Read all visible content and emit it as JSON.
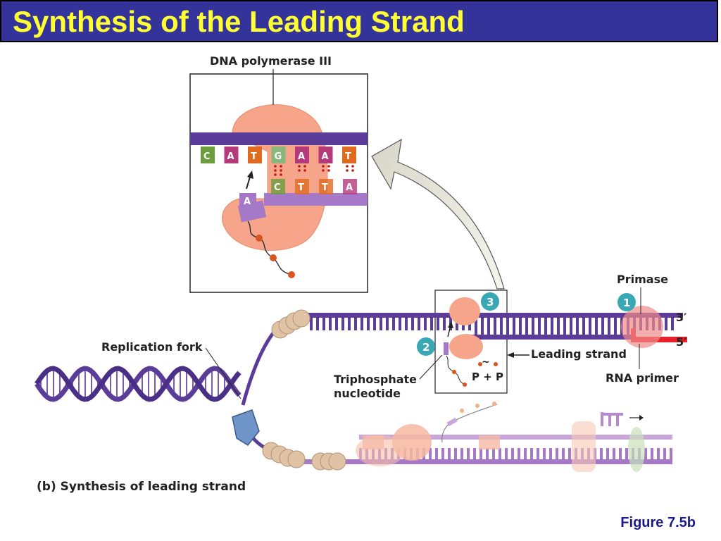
{
  "title": "Synthesis of the Leading Strand",
  "figure_label": "Figure 7.5b",
  "caption": "(b) Synthesis of leading strand",
  "labels": {
    "dna_polymerase": "DNA polymerase III",
    "primase": "Primase",
    "replication_fork": "Replication fork",
    "leading_strand": "Leading strand",
    "rna_primer": "RNA primer",
    "triphosphate_line1": "Triphosphate",
    "triphosphate_line2": "nucleotide",
    "p_plus_p": "P + P",
    "pp_tilde": "~",
    "three_prime": "3′",
    "five_prime": "5′"
  },
  "steps": [
    "1",
    "2",
    "3"
  ],
  "template_bases": [
    "C",
    "A",
    "T",
    "G",
    "A",
    "A",
    "T"
  ],
  "new_bases": [
    "C",
    "T",
    "T",
    "A"
  ],
  "incoming_base": "A",
  "colors": {
    "title_bg": "#33339a",
    "title_text": "#ffff33",
    "dna_strand": "#5b3c98",
    "new_strand": "#a678c8",
    "polymerase": "#f6a58a",
    "primer": "#e8202a",
    "step_badge": "#3aa7b5",
    "figure_text": "#1a1a8c"
  }
}
